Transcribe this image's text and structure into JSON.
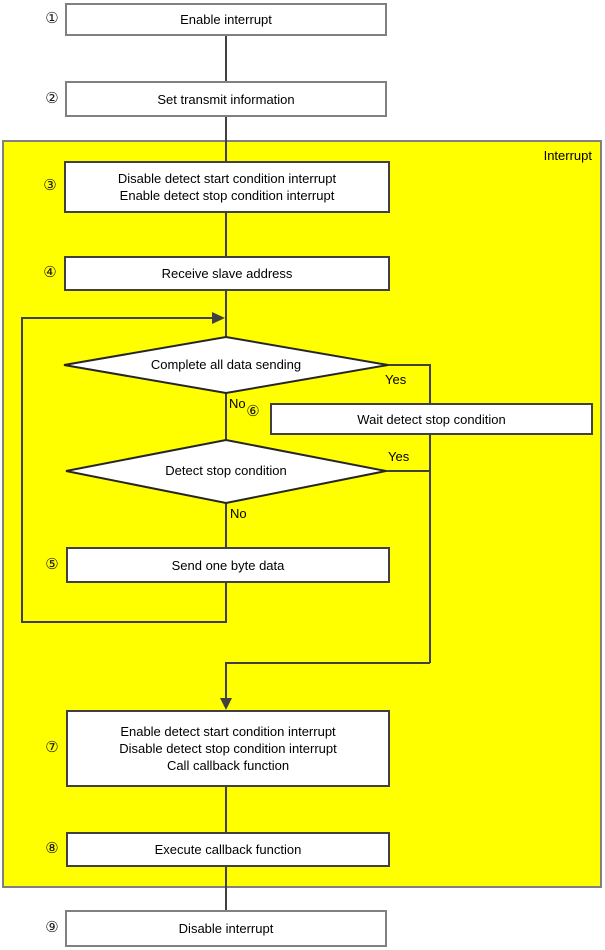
{
  "diagram": {
    "region_label": "Interrupt",
    "colors": {
      "region_fill": "#ffff00",
      "region_border": "#808080",
      "connector": "#404040",
      "outer_box_border": "#808080",
      "inner_box_border": "#404040"
    },
    "steps": {
      "s1": {
        "num": "①",
        "label": "Enable interrupt"
      },
      "s2": {
        "num": "②",
        "label": "Set transmit information"
      },
      "s3": {
        "num": "③",
        "line1": "Disable detect start condition interrupt",
        "line2": "Enable detect stop condition interrupt"
      },
      "s4": {
        "num": "④",
        "label": "Receive slave address"
      },
      "s5": {
        "num": "⑤",
        "label": "Send one byte data"
      },
      "s6": {
        "num": "⑥",
        "label": "Wait detect stop condition"
      },
      "s7": {
        "num": "⑦",
        "line1": "Enable detect start condition interrupt",
        "line2": "Disable detect stop condition interrupt",
        "line3": "Call callback function"
      },
      "s8": {
        "num": "⑧",
        "label": "Execute callback function"
      },
      "s9": {
        "num": "⑨",
        "label": "Disable interrupt"
      }
    },
    "decisions": {
      "d1": {
        "label": "Complete all data sending",
        "yes": "Yes",
        "no": "No"
      },
      "d2": {
        "label": "Detect stop condition",
        "yes": "Yes",
        "no": "No"
      }
    }
  }
}
